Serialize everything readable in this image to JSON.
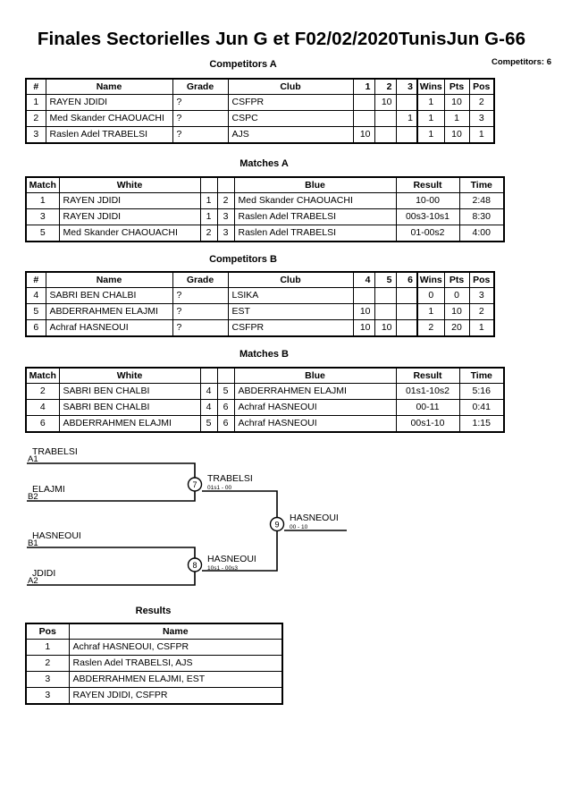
{
  "header": {
    "title_event": "Finales Sectorielles Jun G et F",
    "title_date": "02/02/2020",
    "title_venue": "Tunis",
    "title_category": "Jun G-66",
    "competitors_count": "Competitors: 6"
  },
  "sections": {
    "competitors_a": "Competitors A",
    "matches_a": "Matches A",
    "competitors_b": "Competitors B",
    "matches_b": "Matches B",
    "results": "Results"
  },
  "competitors_a": {
    "headers": [
      "#",
      "Name",
      "Grade",
      "Club",
      "1",
      "2",
      "3",
      "Wins",
      "Pts",
      "Pos"
    ],
    "rows": [
      {
        "num": "1",
        "name": "RAYEN JDIDI",
        "grade": "?",
        "club": "CSFPR",
        "m1": "",
        "m2": "10",
        "m3": "",
        "wins": "1",
        "pts": "10",
        "pos": "2"
      },
      {
        "num": "2",
        "name": "Med Skander CHAOUACHI",
        "grade": "?",
        "club": "CSPC",
        "m1": "",
        "m2": "",
        "m3": "1",
        "wins": "1",
        "pts": "1",
        "pos": "3"
      },
      {
        "num": "3",
        "name": "Raslen Adel TRABELSI",
        "grade": "?",
        "club": "AJS",
        "m1": "10",
        "m2": "",
        "m3": "",
        "wins": "1",
        "pts": "10",
        "pos": "1"
      }
    ]
  },
  "matches_a": {
    "headers": [
      "Match",
      "White",
      "",
      "",
      "Blue",
      "Result",
      "Time"
    ],
    "rows": [
      {
        "match": "1",
        "white": "RAYEN JDIDI",
        "wnum": "1",
        "bnum": "2",
        "blue": "Med Skander CHAOUACHI",
        "result": "10-00",
        "time": "2:48"
      },
      {
        "match": "3",
        "white": "RAYEN JDIDI",
        "wnum": "1",
        "bnum": "3",
        "blue": "Raslen Adel TRABELSI",
        "result": "00s3-10s1",
        "time": "8:30"
      },
      {
        "match": "5",
        "white": "Med Skander CHAOUACHI",
        "wnum": "2",
        "bnum": "3",
        "blue": "Raslen Adel TRABELSI",
        "result": "01-00s2",
        "time": "4:00"
      }
    ]
  },
  "competitors_b": {
    "headers": [
      "#",
      "Name",
      "Grade",
      "Club",
      "4",
      "5",
      "6",
      "Wins",
      "Pts",
      "Pos"
    ],
    "rows": [
      {
        "num": "4",
        "name": "SABRI BEN CHALBI",
        "grade": "?",
        "club": "LSIKA",
        "m1": "",
        "m2": "",
        "m3": "",
        "wins": "0",
        "pts": "0",
        "pos": "3"
      },
      {
        "num": "5",
        "name": "ABDERRAHMEN ELAJMI",
        "grade": "?",
        "club": "EST",
        "m1": "10",
        "m2": "",
        "m3": "",
        "wins": "1",
        "pts": "10",
        "pos": "2"
      },
      {
        "num": "6",
        "name": "Achraf HASNEOUI",
        "grade": "?",
        "club": "CSFPR",
        "m1": "10",
        "m2": "10",
        "m3": "",
        "wins": "2",
        "pts": "20",
        "pos": "1"
      }
    ]
  },
  "matches_b": {
    "headers": [
      "Match",
      "White",
      "",
      "",
      "Blue",
      "Result",
      "Time"
    ],
    "rows": [
      {
        "match": "2",
        "white": "SABRI BEN CHALBI",
        "wnum": "4",
        "bnum": "5",
        "blue": "ABDERRAHMEN ELAJMI",
        "result": "01s1-10s2",
        "time": "5:16"
      },
      {
        "match": "4",
        "white": "SABRI BEN CHALBI",
        "wnum": "4",
        "bnum": "6",
        "blue": "Achraf HASNEOUI",
        "result": "00-11",
        "time": "0:41"
      },
      {
        "match": "6",
        "white": "ABDERRAHMEN ELAJMI",
        "wnum": "5",
        "bnum": "6",
        "blue": "Achraf HASNEOUI",
        "result": "00s1-10",
        "time": "1:15"
      }
    ]
  },
  "bracket": {
    "entrants": [
      {
        "name": "TRABELSI",
        "seed": "A1"
      },
      {
        "name": "ELAJMI",
        "seed": "B2"
      },
      {
        "name": "HASNEOUI",
        "seed": "B1"
      },
      {
        "name": "JDIDI",
        "seed": "A2"
      }
    ],
    "nodes": [
      {
        "id": "7",
        "winner": "TRABELSI",
        "score": "01s1 - 00"
      },
      {
        "id": "8",
        "winner": "HASNEOUI",
        "score": "10s1 - 00s3"
      },
      {
        "id": "9",
        "winner": "HASNEOUI",
        "score": "00 - 10"
      }
    ]
  },
  "results": {
    "headers": [
      "Pos",
      "Name"
    ],
    "rows": [
      {
        "pos": "1",
        "name": "Achraf HASNEOUI, CSFPR"
      },
      {
        "pos": "2",
        "name": "Raslen Adel TRABELSI, AJS"
      },
      {
        "pos": "3",
        "name": "ABDERRAHMEN ELAJMI, EST"
      },
      {
        "pos": "3",
        "name": "RAYEN JDIDI, CSFPR"
      }
    ]
  }
}
